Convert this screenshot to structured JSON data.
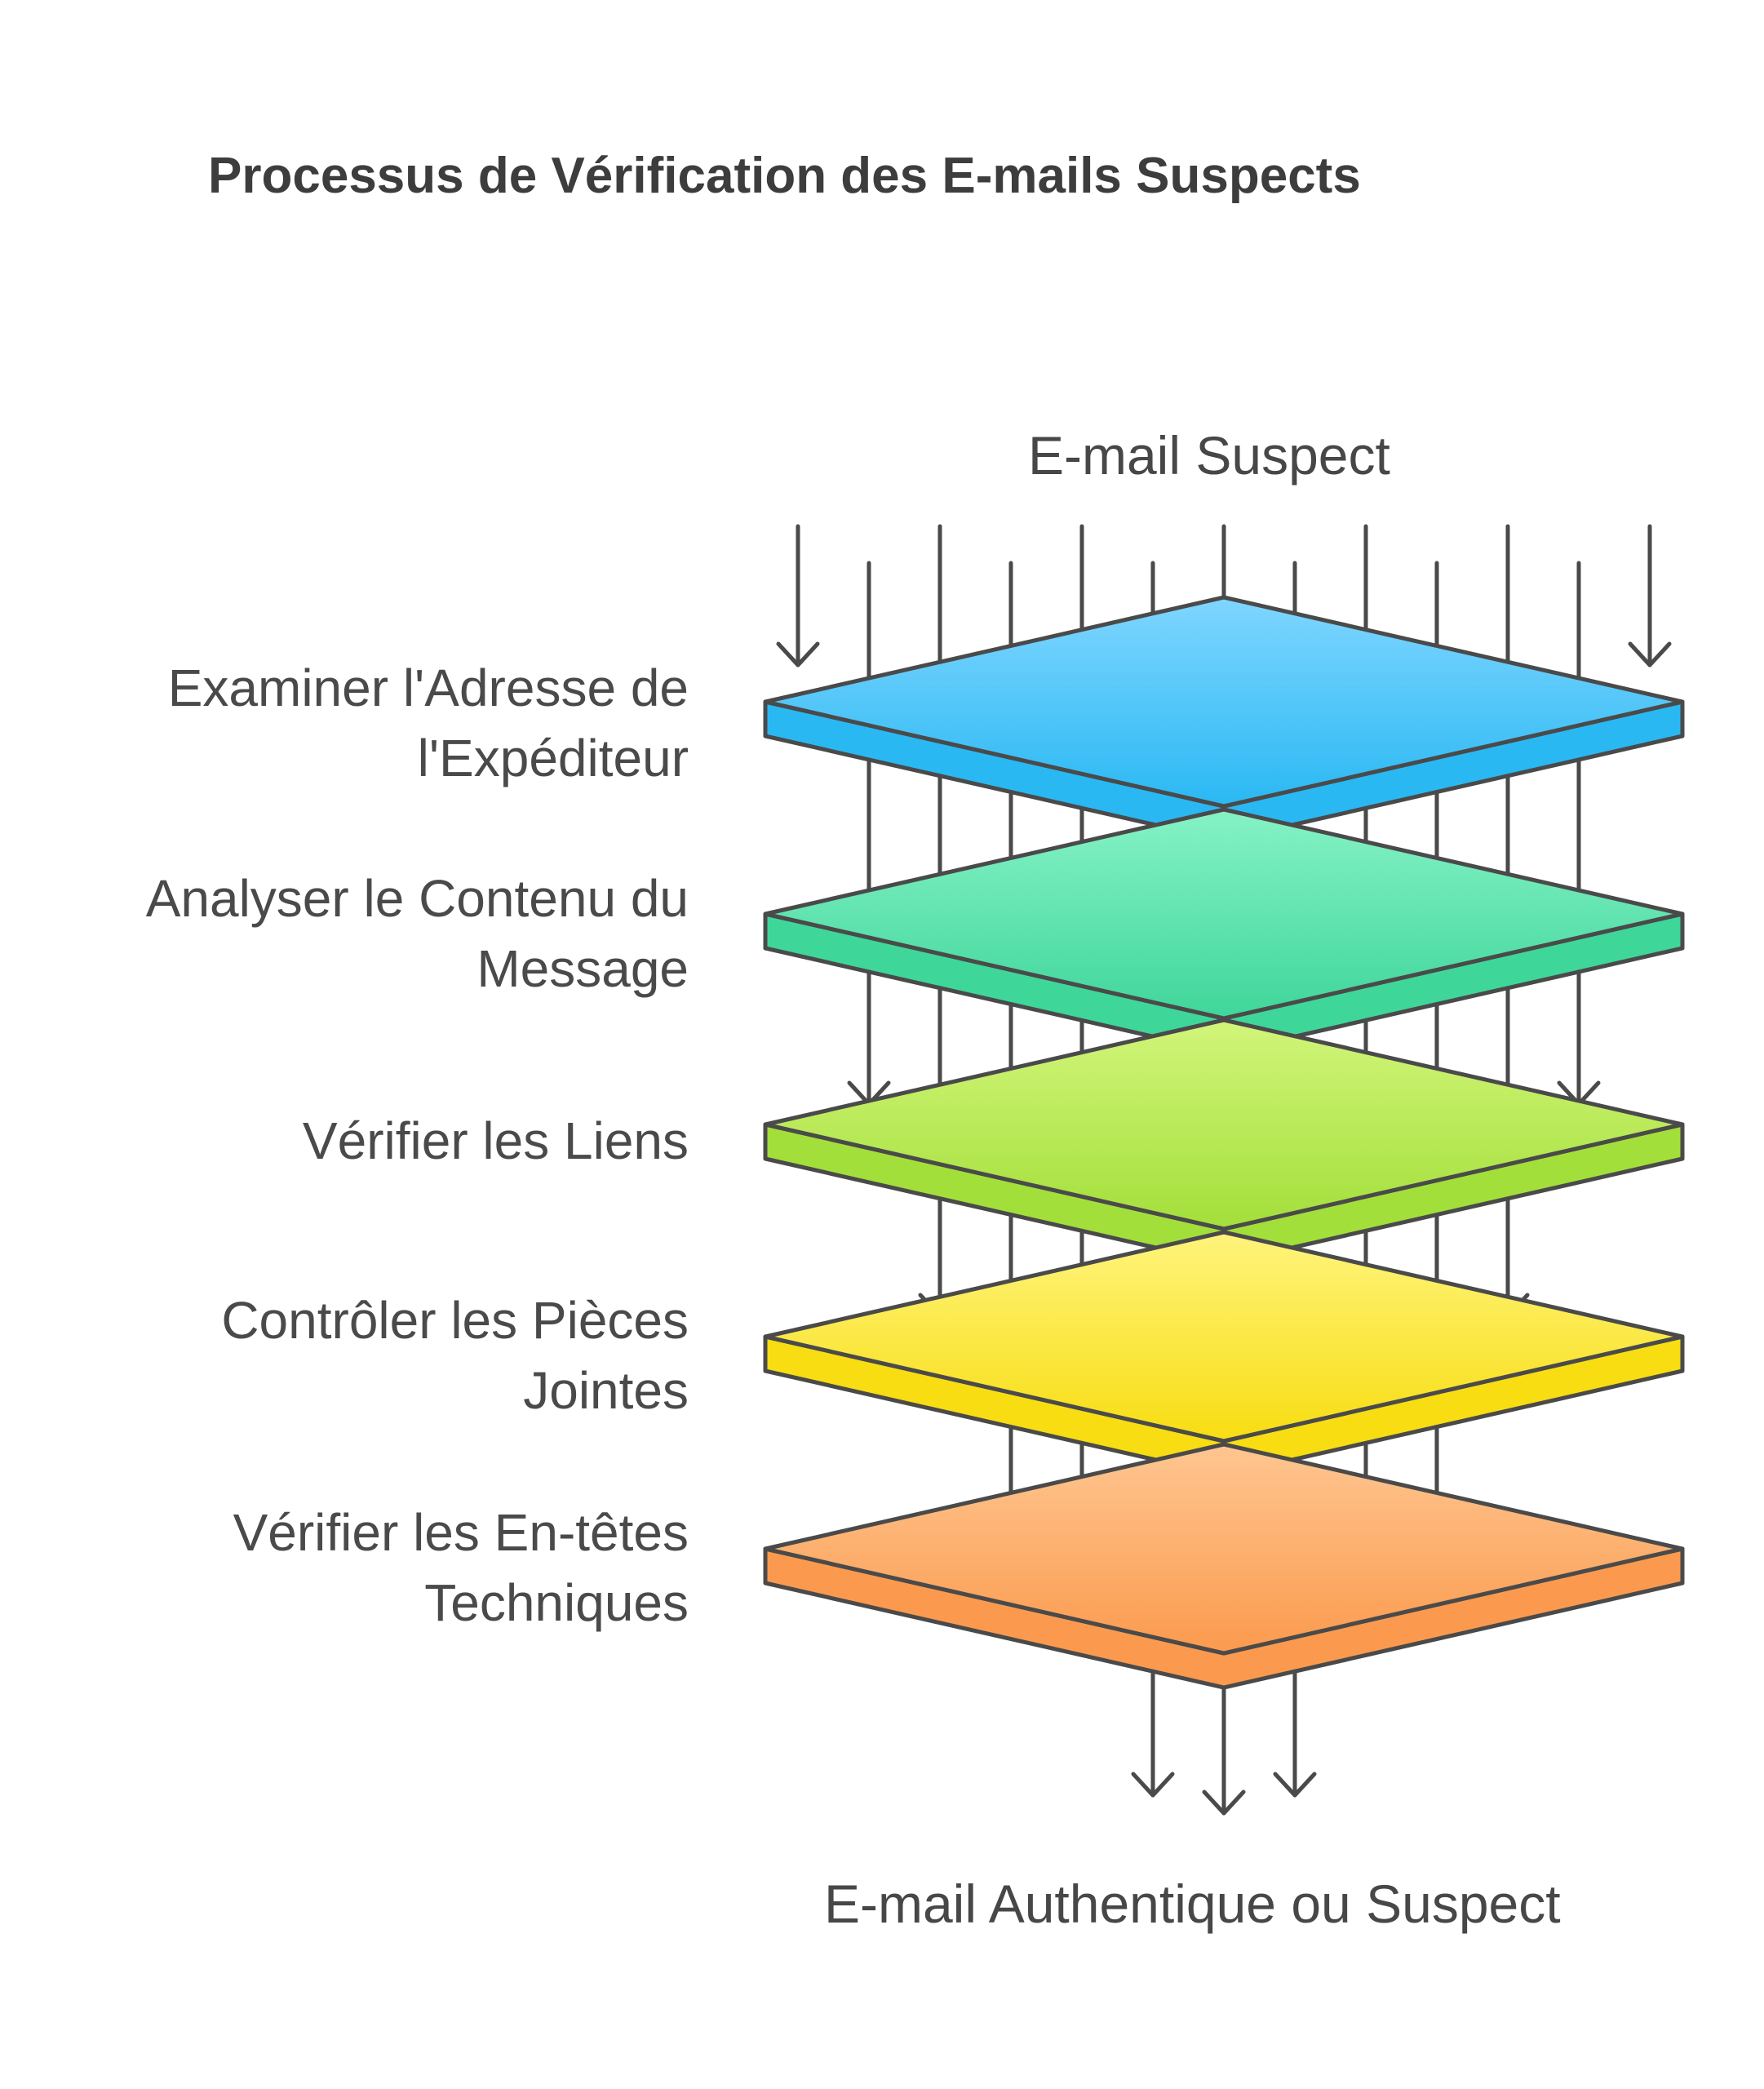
{
  "title": "Processus de Vérification des E-mails Suspects",
  "input_label": "E-mail Suspect",
  "output_label": "E-mail Authentique ou Suspect",
  "layers": [
    {
      "lines": [
        "Examiner l'Adresse de",
        "l'Expéditeur"
      ],
      "color_top": "#7fd6ff",
      "color_bottom": "#2ab8f3"
    },
    {
      "lines": [
        "Analyser le Contenu du",
        "Message"
      ],
      "color_top": "#86f2c6",
      "color_bottom": "#3fd69a"
    },
    {
      "lines": [
        "Vérifier les Liens"
      ],
      "color_top": "#d2f57a",
      "color_bottom": "#a3df3a"
    },
    {
      "lines": [
        "Contrôler les Pièces",
        "Jointes"
      ],
      "color_top": "#fff47c",
      "color_bottom": "#f7dd12"
    },
    {
      "lines": [
        "Vérifier les En-têtes",
        "Techniques"
      ],
      "color_top": "#ffc691",
      "color_bottom": "#fb9a4e"
    }
  ]
}
